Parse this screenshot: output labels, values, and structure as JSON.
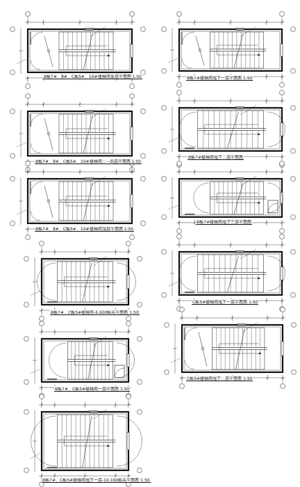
{
  "diagram": {
    "labels": [
      "B栋7#、8#、C栋5#、10#楼梯间首层平面图 1:50",
      "B栋7#、8#、C栋5#、10#楼梯间二~四层平面图 1:50",
      "B栋7#、8#、C栋5#、10#楼梯间顶层平面图 1:50",
      "B栋7#、C栋5#楼梯间-6.600标高平面图 1:50",
      "B栋7#、C栋5#楼梯间一层平面图 1:50",
      "B栋7#、C栋5#楼梯间地下一层-10.100标高平面图 1:50",
      "B栋7#楼梯间地下一层平面图 1:50",
      "B栋7#楼梯间地下二层平面图",
      "B栋7#楼梯间地下三层平面图",
      "C栋5#楼梯间地下一层平面图 1:50",
      "C栋5#楼梯间地下二层平面图 1:50"
    ]
  }
}
